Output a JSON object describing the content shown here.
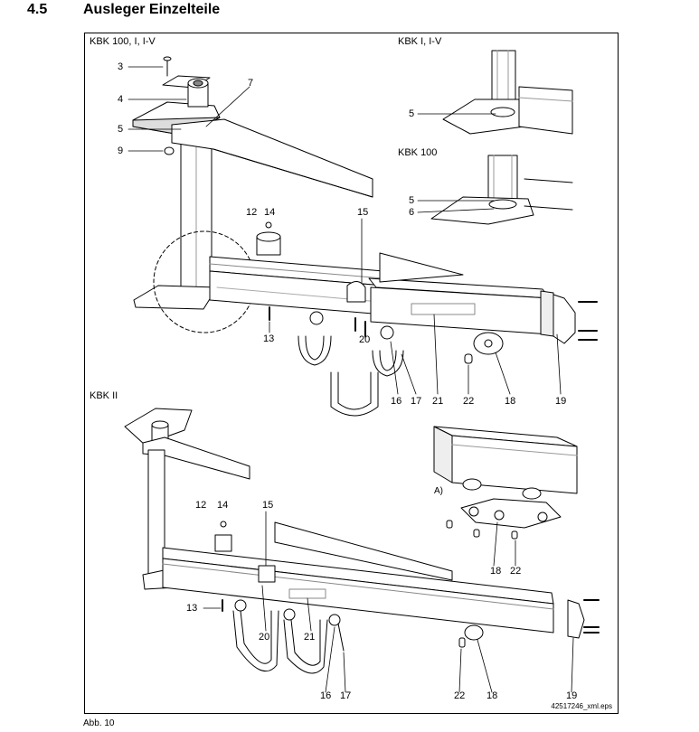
{
  "header": {
    "section_number": "4.5",
    "section_title": "Ausleger Einzelteile"
  },
  "views": {
    "main_top": "KBK 100, I, I-V",
    "inset_top": "KBK I, I-V",
    "inset_bottom": "KBK 100",
    "main_bottom": "KBK II",
    "detail_a": "A)"
  },
  "callouts": {
    "c3": "3",
    "c4": "4",
    "c7": "7",
    "c5a": "5",
    "c9": "9",
    "c12a": "12",
    "c14a": "14",
    "c15a": "15",
    "c13a": "13",
    "c20a": "20",
    "c16a": "16",
    "c17a": "17",
    "c21a": "21",
    "c22a": "22",
    "c18a": "18",
    "c19a": "19",
    "c5b": "5",
    "c5c": "5",
    "c6": "6",
    "c12b": "12",
    "c14b": "14",
    "c15b": "15",
    "c13b": "13",
    "c20b": "20",
    "c21b": "21",
    "c16b": "16",
    "c17b": "17",
    "c22b": "22",
    "c18b": "18",
    "c19b": "19",
    "c18c": "18",
    "c22c": "22"
  },
  "file_ref": "42517246_xml.eps",
  "figure_caption": "Abb. 10"
}
